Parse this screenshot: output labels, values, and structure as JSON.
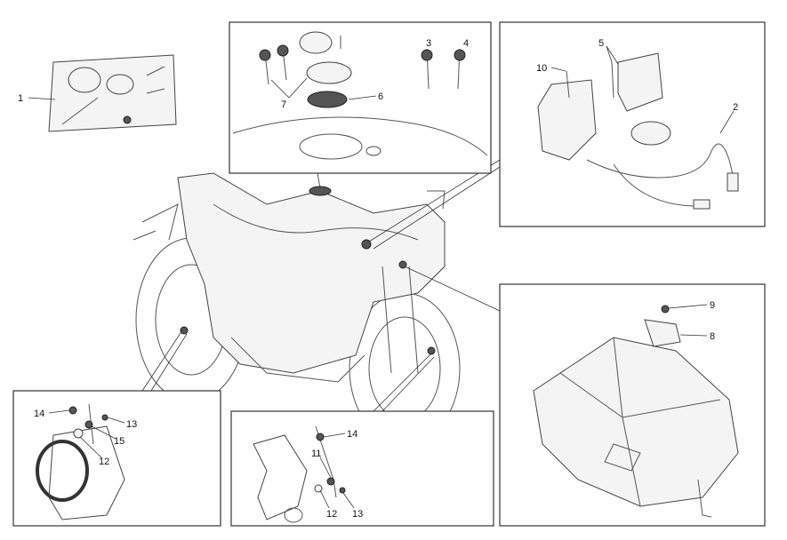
{
  "diagram": {
    "callouts": {
      "c1": "1",
      "c7": "7",
      "c6": "6",
      "c3": "3",
      "c4": "4",
      "c10": "10",
      "c5": "5",
      "c2": "2",
      "c9": "9",
      "c8": "8",
      "bl14": "14",
      "bl13": "13",
      "bl15": "15",
      "bl12": "12",
      "bc14": "14",
      "bc11": "11",
      "bc12": "12",
      "bc13": "13"
    }
  }
}
